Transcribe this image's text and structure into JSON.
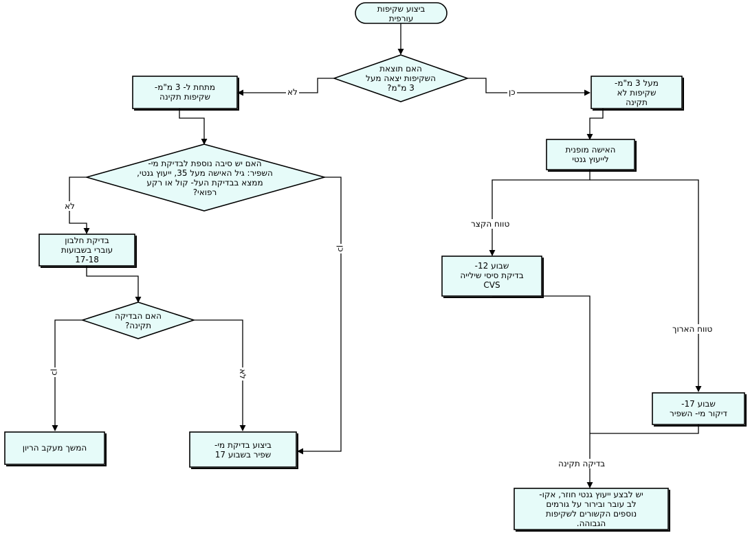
{
  "colors": {
    "fill": "#e6fbf9",
    "stroke": "#000000"
  },
  "nodes": {
    "start": "ביצוע שקיפות\nעורפית",
    "d1": "האם תוצאת\nהשקיפות יצאה מעל\n3 מ\"מ?",
    "left1": "מתחת ל- 3 מ\"מ-\nשקיפות תקינה",
    "right1": "מעל 3 מ\"מ-\nשקיפות לא\nתקינה",
    "d2": "האם יש סיבה נוספת לבדיקת מי-\nהשפיר: גיל האישה מעל 35, ייעוץ גנטי,\nממצא בבדיקת העל- קול או רקע\nרפואי?",
    "counsel": "האישה מופנית\nלייעוץ גנטי",
    "protein": "בדיקת חלבון\nעוברי בשבועות\n17-18",
    "cvs": "שבוע 12-\nבדיקת סיסי שילייה\nCVS",
    "d3": "האם הבדיקה\nתקינה?",
    "amnio_right": "שבוע 17-\nדיקור מי- השפיר",
    "continue": "המשך מעקב הריון",
    "amnio_left": "ביצוע בדיקת מי-\nשפיר בשבוע 17",
    "final": "יש לבצע ייעוץ גנטי חוזר, אקו-\nלב עובר ובירור על גורמים\nנוספים הקשורים לשקיפות\nהגבוהה."
  },
  "edges": {
    "no1": "לא",
    "yes1": "כן",
    "no2": "לא",
    "yes2": "כן",
    "short": "טווח הקצר",
    "long": "טווח הארוך",
    "yes3": "כן",
    "no3": "לא",
    "normal": "בדיקה תקינה"
  }
}
